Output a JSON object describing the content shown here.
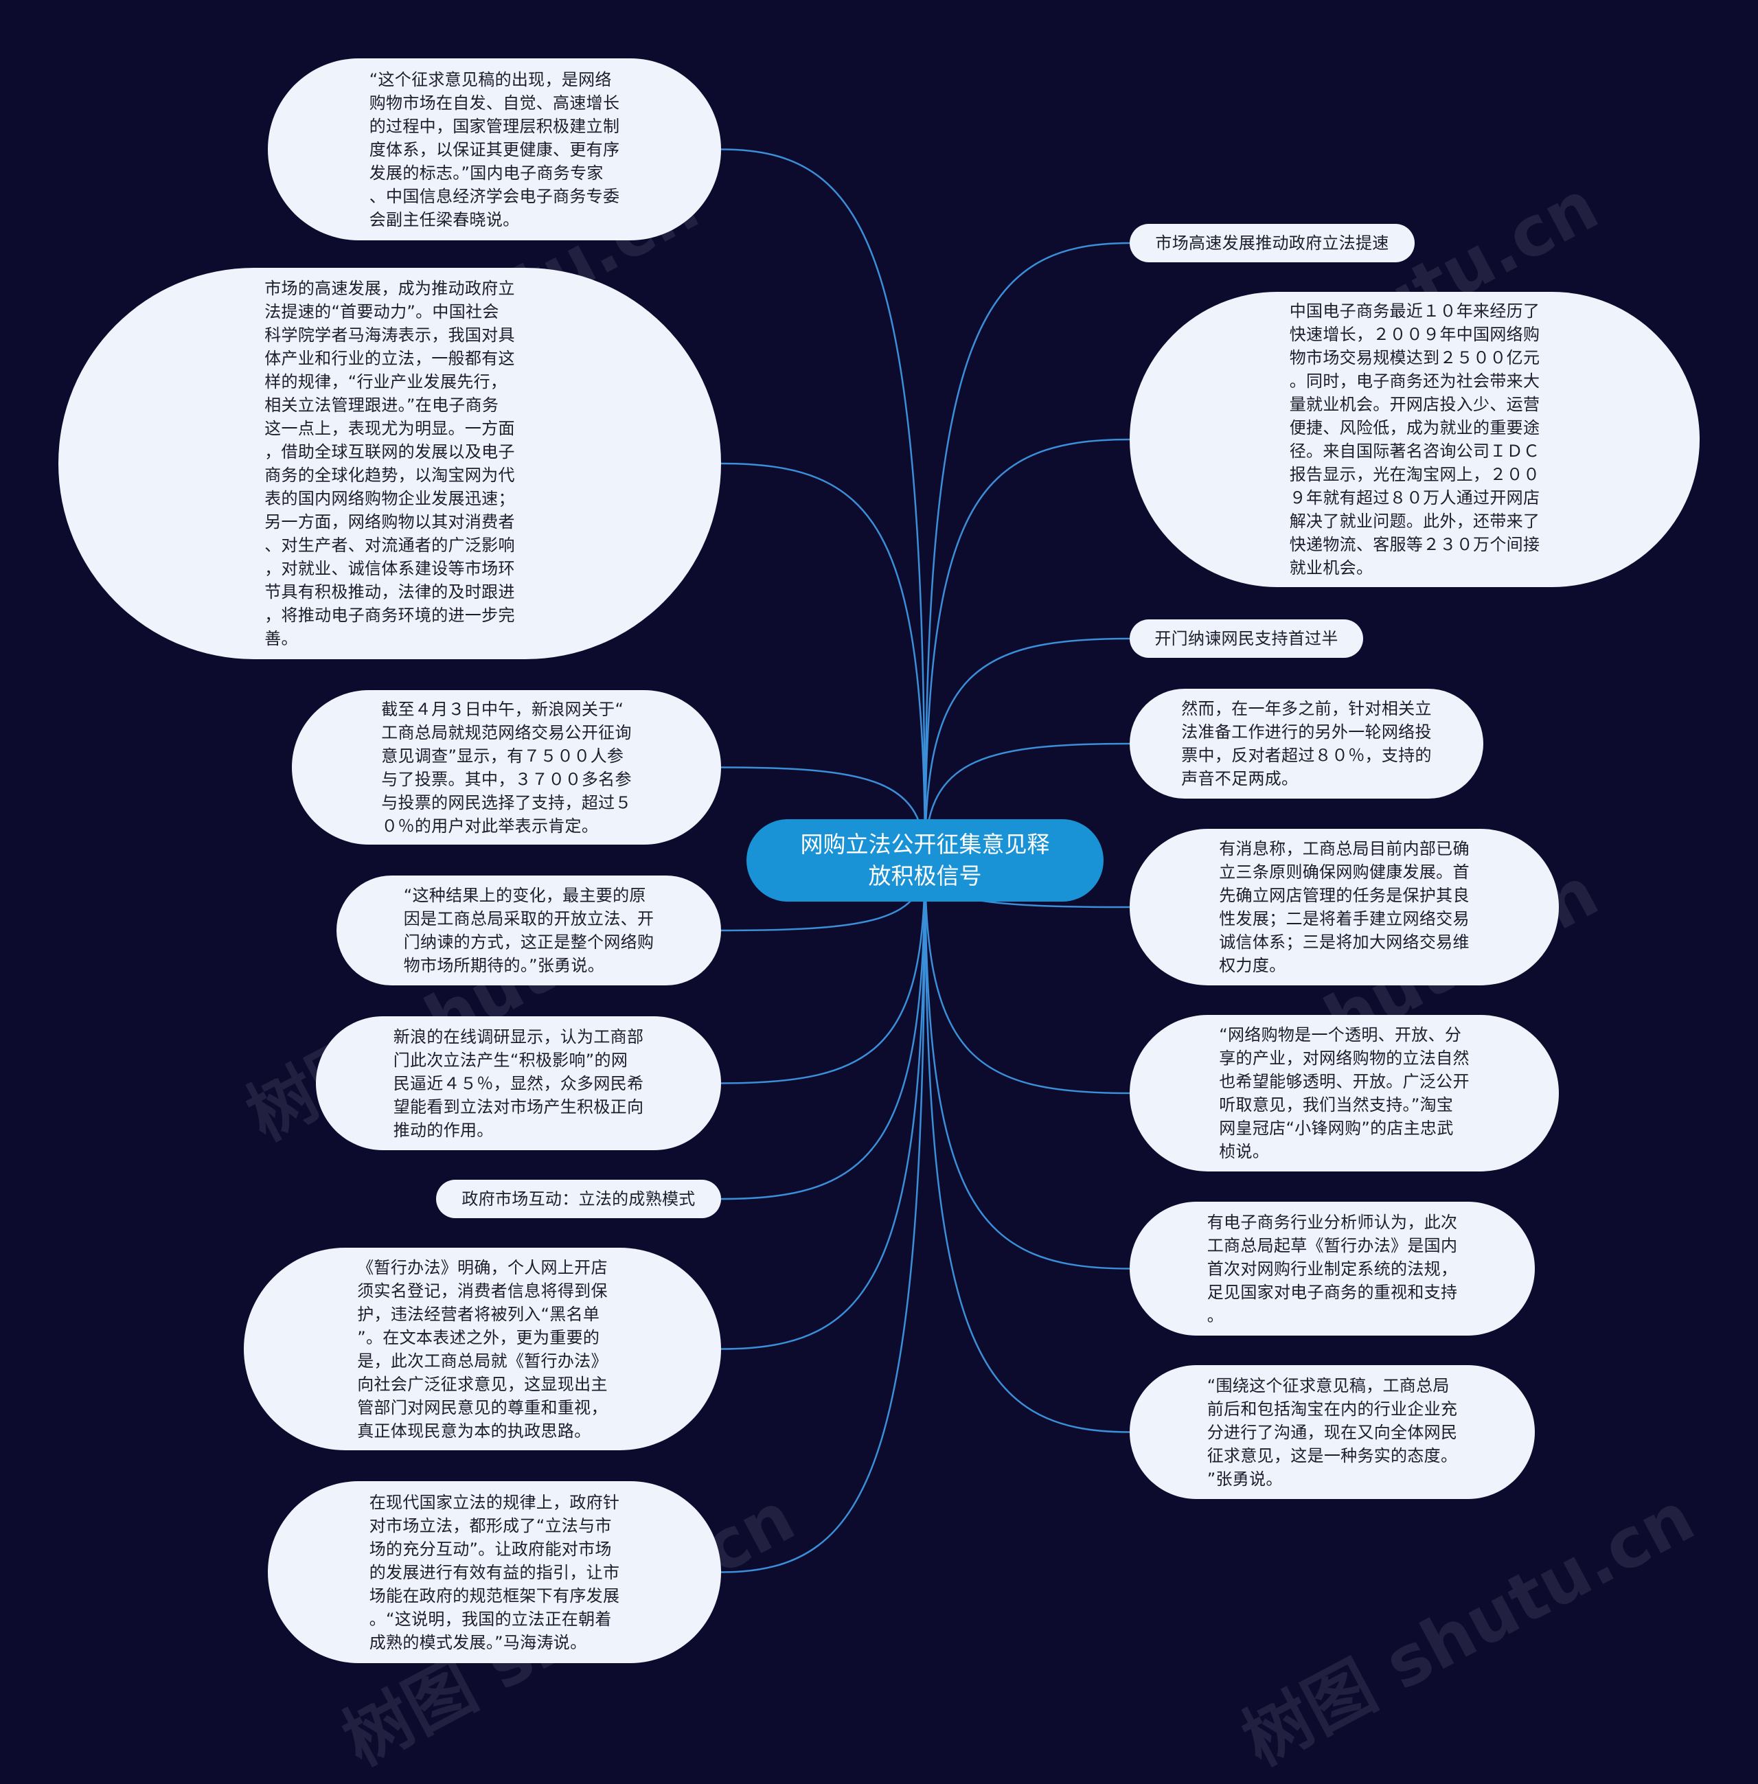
{
  "colors": {
    "background": "#0c0b2e",
    "link": "#3a8fd8",
    "node_fill": "#eef3fc",
    "center_fill": "#1a93d6"
  },
  "watermark": {
    "text": "树图 shutu.cn"
  },
  "center": {
    "text": "网购立法公开征集意见释\n放积极信号"
  },
  "left_nodes": [
    {
      "text": "“这个征求意见稿的出现，是网络\n购物市场在自发、自觉、高速增长\n的过程中，国家管理层积极建立制\n度体系，以保证其更健康、更有序\n发展的标志。”国内电子商务专家\n、中国信息经济学会电子商务专委\n会副主任梁春晓说。"
    },
    {
      "text": "市场的高速发展，成为推动政府立\n法提速的“首要动力”。中国社会\n科学院学者马海涛表示，我国对具\n体产业和行业的立法，一般都有这\n样的规律，“行业产业发展先行，\n相关立法管理跟进。”在电子商务\n这一点上，表现尤为明显。一方面\n，借助全球互联网的发展以及电子\n商务的全球化趋势，以淘宝网为代\n表的国内网络购物企业发展迅速；\n另一方面，网络购物以其对消费者\n、对生产者、对流通者的广泛影响\n，对就业、诚信体系建设等市场环\n节具有积极推动，法律的及时跟进\n，将推动电子商务环境的进一步完\n善。"
    },
    {
      "text": "截至４月３日中午，新浪网关于“\n工商总局就规范网络交易公开征询\n意见调查”显示，有７５００人参\n与了投票。其中，３７００多名参\n与投票的网民选择了支持，超过５\n０％的用户对此举表示肯定。"
    },
    {
      "text": "“这种结果上的变化，最主要的原\n因是工商总局采取的开放立法、开\n门纳谏的方式，这正是整个网络购\n物市场所期待的。”张勇说。"
    },
    {
      "text": "新浪的在线调研显示，认为工商部\n门此次立法产生“积极影响”的网\n民逼近４５％，显然，众多网民希\n望能看到立法对市场产生积极正向\n推动的作用。"
    },
    {
      "text": "政府市场互动：立法的成熟模式"
    },
    {
      "text": "《暂行办法》明确，个人网上开店\n须实名登记，消费者信息将得到保\n护，违法经营者将被列入“黑名单\n”。在文本表述之外，更为重要的\n是，此次工商总局就《暂行办法》\n向社会广泛征求意见，这显现出主\n管部门对网民意见的尊重和重视，\n真正体现民意为本的执政思路。"
    },
    {
      "text": "在现代国家立法的规律上，政府针\n对市场立法，都形成了“立法与市\n场的充分互动”。让政府能对市场\n的发展进行有效有益的指引，让市\n场能在政府的规范框架下有序发展\n。“这说明，我国的立法正在朝着\n成熟的模式发展。”马海涛说。"
    }
  ],
  "right_nodes": [
    {
      "text": "市场高速发展推动政府立法提速"
    },
    {
      "text": "中国电子商务最近１０年来经历了\n快速增长，２００９年中国网络购\n物市场交易规模达到２５００亿元\n。同时，电子商务还为社会带来大\n量就业机会。开网店投入少、运营\n便捷、风险低，成为就业的重要途\n径。来自国际著名咨询公司ＩＤＣ\n报告显示，光在淘宝网上，２００\n９年就有超过８０万人通过开网店\n解决了就业问题。此外，还带来了\n快递物流、客服等２３０万个间接\n就业机会。"
    },
    {
      "text": "开门纳谏网民支持首过半"
    },
    {
      "text": "然而，在一年多之前，针对相关立\n法准备工作进行的另外一轮网络投\n票中，反对者超过８０％，支持的\n声音不足两成。"
    },
    {
      "text": "有消息称，工商总局目前内部已确\n立三条原则确保网购健康发展。首\n先确立网店管理的任务是保护其良\n性发展；二是将着手建立网络交易\n诚信体系；三是将加大网络交易维\n权力度。"
    },
    {
      "text": "“网络购物是一个透明、开放、分\n享的产业，对网络购物的立法自然\n也希望能够透明、开放。广泛公开\n听取意见，我们当然支持。”淘宝\n网皇冠店“小锋网购”的店主忠武\n桢说。"
    },
    {
      "text": "有电子商务行业分析师认为，此次\n工商总局起草《暂行办法》是国内\n首次对网购行业制定系统的法规，\n足见国家对电子商务的重视和支持\n。"
    },
    {
      "text": "“围绕这个征求意见稿，工商总局\n前后和包括淘宝在内的行业企业充\n分进行了沟通，现在又向全体网民\n征求意见，这是一种务实的态度。\n”张勇说。"
    }
  ]
}
